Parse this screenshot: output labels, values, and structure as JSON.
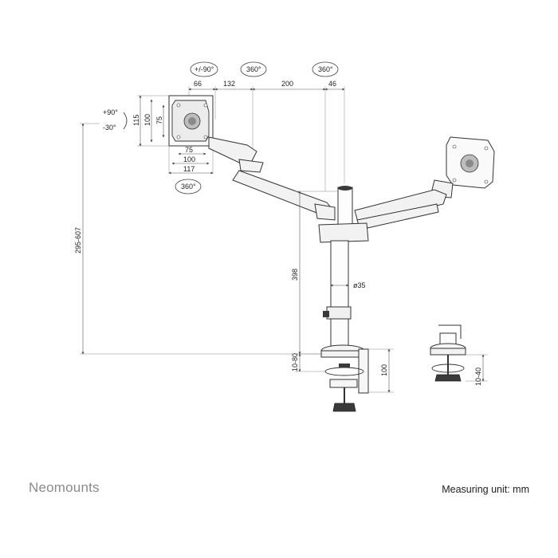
{
  "brand": "Neomounts",
  "unit_note": "Measuring unit: mm",
  "rotation_badges": {
    "tilt_top": "+/-90°",
    "swivel_mid": "360°",
    "swivel_right": "360°",
    "rotate_plate": "360°"
  },
  "tilt_labels": {
    "up": "+90°",
    "down": "-30°"
  },
  "dims": {
    "seg1": "66",
    "seg2": "132",
    "seg3": "200",
    "seg4": "46",
    "vesa_h_115": "115",
    "vesa_h_100": "100",
    "vesa_h_75": "75",
    "vesa_w_75": "75",
    "vesa_w_100": "100",
    "vesa_w_117": "117",
    "height_range": "295-607",
    "pole_height": "398",
    "pole_diameter": "ø35",
    "desk_clamp": "10-80",
    "clamp_height": "100",
    "grommet_range": "10-40"
  }
}
